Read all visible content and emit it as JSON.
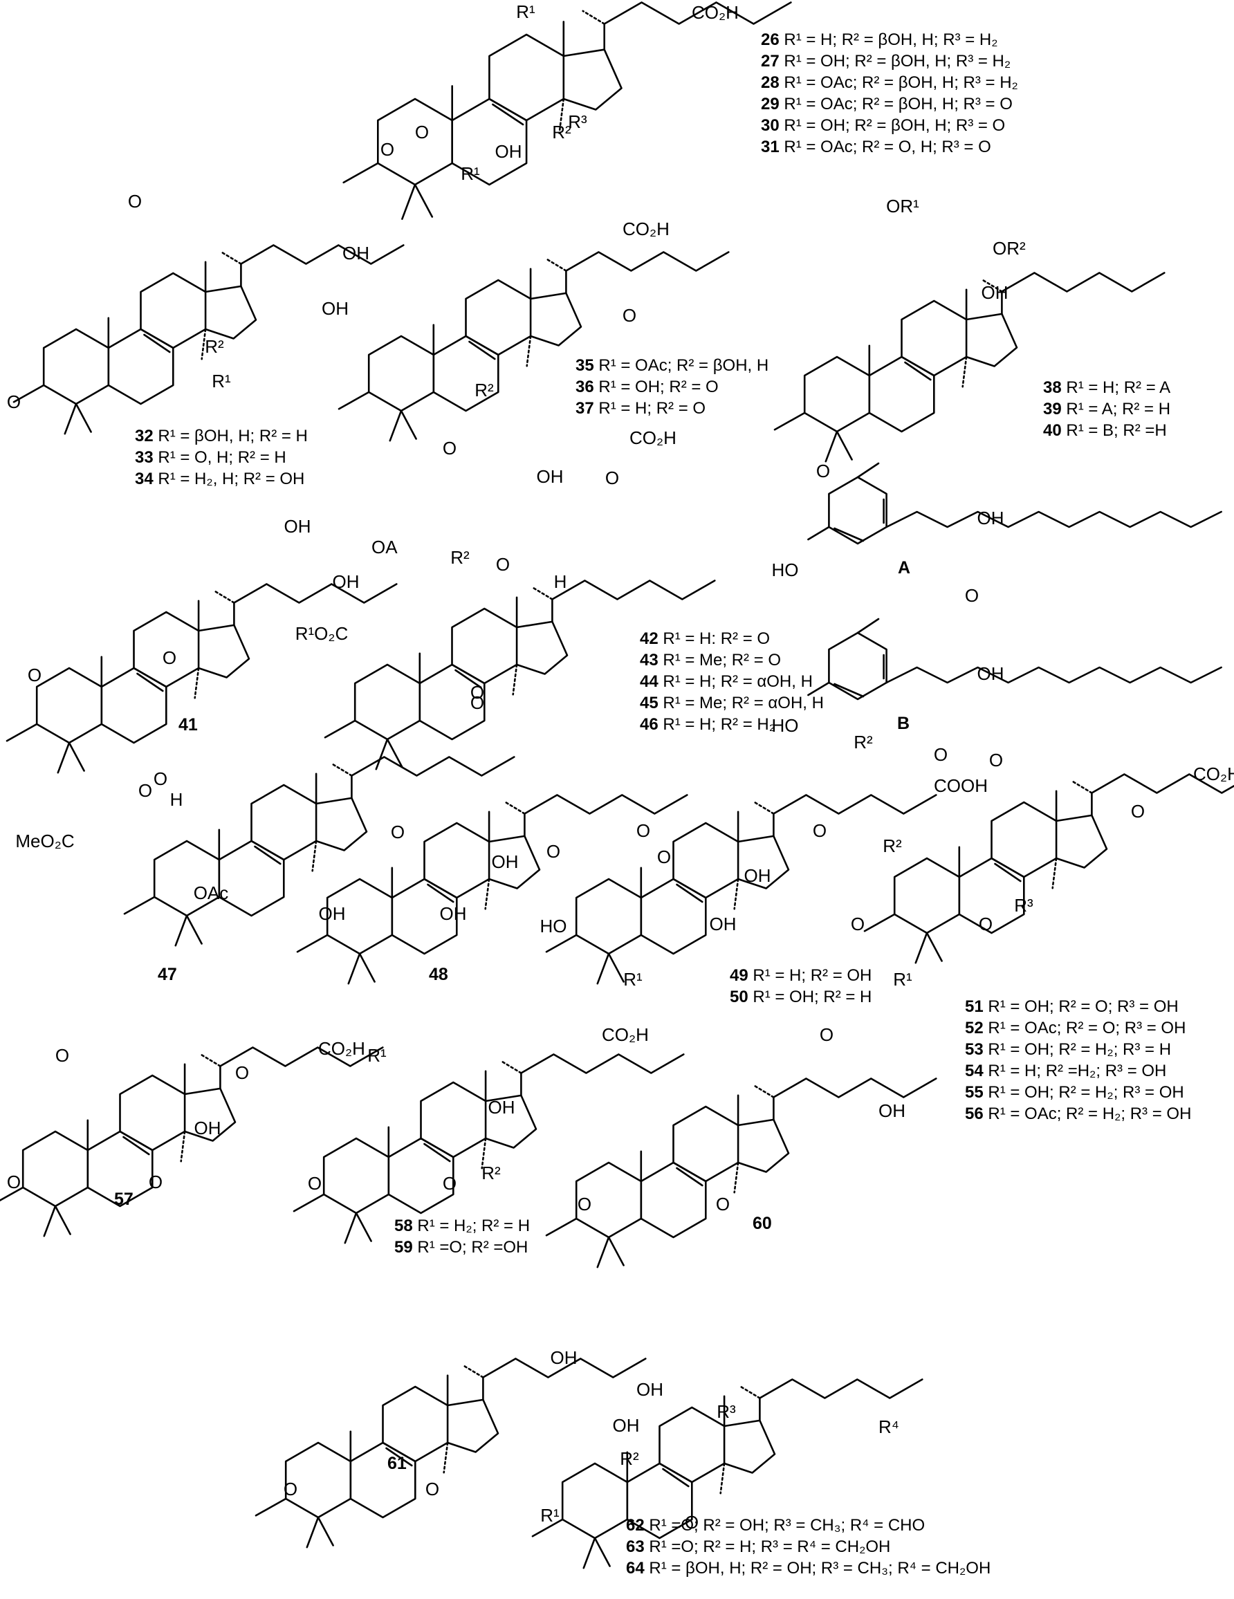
{
  "groups": [
    {
      "key": "g1",
      "rows": [
        {
          "num": "26",
          "text": " R¹ = H; R² = βOH, H; R³ = H₂"
        },
        {
          "num": "27",
          "text": " R¹ = OH; R² = βOH, H; R³ = H₂"
        },
        {
          "num": "28",
          "text": " R¹ = OAc; R² = βOH, H; R³ = H₂"
        },
        {
          "num": "29",
          "text": " R¹ = OAc; R² = βOH, H; R³ = O"
        },
        {
          "num": "30",
          "text": " R¹ = OH; R² = βOH, H; R³ = O"
        },
        {
          "num": "31",
          "text": " R¹ = OAc; R² = O, H; R³ = O"
        }
      ]
    },
    {
      "key": "g2",
      "rows": [
        {
          "num": "32",
          "text": " R¹ = βOH, H; R² = H"
        },
        {
          "num": "33",
          "text": " R¹ = O, H; R² = H"
        },
        {
          "num": "34",
          "text": " R¹ = H₂, H; R² = OH"
        }
      ]
    },
    {
      "key": "g3",
      "rows": [
        {
          "num": "35",
          "text": " R¹ = OAc; R² = βOH, H"
        },
        {
          "num": "36",
          "text": " R¹ = OH; R² = O"
        },
        {
          "num": "37",
          "text": " R¹ = H; R² = O"
        }
      ]
    },
    {
      "key": "g4",
      "rows": [
        {
          "num": "38",
          "text": " R¹ = H; R² = A"
        },
        {
          "num": "39",
          "text": " R¹ = A; R² = H"
        },
        {
          "num": "40",
          "text": " R¹ = B; R² =H"
        }
      ]
    },
    {
      "key": "g5",
      "rows": [
        {
          "num": "42",
          "text": " R¹ = H: R² = O"
        },
        {
          "num": "43",
          "text": " R¹ = Me; R² = O"
        },
        {
          "num": "44",
          "text": " R¹ = H; R² = αOH, H"
        },
        {
          "num": "45",
          "text": " R¹ = Me; R² = αOH, H"
        },
        {
          "num": "46",
          "text": " R¹ = H; R² = H₂"
        }
      ]
    },
    {
      "key": "g6",
      "rows": [
        {
          "num": "49",
          "text": " R¹ = H; R² = OH"
        },
        {
          "num": "50",
          "text": " R¹ = OH; R² = H"
        }
      ]
    },
    {
      "key": "g7",
      "rows": [
        {
          "num": "51",
          "text": " R¹ = OH; R² = O; R³ = OH"
        },
        {
          "num": "52",
          "text": " R¹ = OAc; R² = O; R³ = OH"
        },
        {
          "num": "53",
          "text": " R¹ = OH; R² = H₂; R³ = H"
        },
        {
          "num": "54",
          "text": " R¹ = H; R² =H₂; R³ = OH"
        },
        {
          "num": "55",
          "text": " R¹ = OH; R² = H₂; R³ = OH"
        },
        {
          "num": "56",
          "text": " R¹ = OAc; R² = H₂; R³ = OH"
        }
      ]
    },
    {
      "key": "g8",
      "rows": [
        {
          "num": "58",
          "text": " R¹ = H₂; R² = H"
        },
        {
          "num": "59",
          "text": " R¹ =O; R² =OH"
        }
      ]
    },
    {
      "key": "g9",
      "rows": [
        {
          "num": "62",
          "text": " R¹ =O; R² = OH; R³ = CH₃;  R⁴ = CHO"
        },
        {
          "num": "63",
          "text": " R¹ =O; R² = H; R³ =  R⁴ = CH₂OH"
        },
        {
          "num": "64",
          "text": " R¹ = βOH, H; R² = OH; R³ =  CH₃; R⁴ = CH₂OH"
        }
      ]
    }
  ],
  "tags": {
    "c41": "41",
    "c47": "47",
    "c48": "48",
    "c57": "57",
    "c60": "60",
    "c61": "61",
    "sideA": "A",
    "sideB": "B"
  },
  "atoms": {
    "co2h": "CO₂H",
    "cooh": "COOH",
    "oh": "OH",
    "o": "O",
    "h": "H",
    "oac": "OAc",
    "meo2c": "MeO₂C",
    "r1o2c": "R¹O₂C",
    "oa": "OA",
    "or1": "OR¹",
    "or2": "OR²",
    "r1": "R¹",
    "r2": "R²",
    "r3": "R³",
    "r4": "R⁴",
    "hoh": "HO"
  }
}
